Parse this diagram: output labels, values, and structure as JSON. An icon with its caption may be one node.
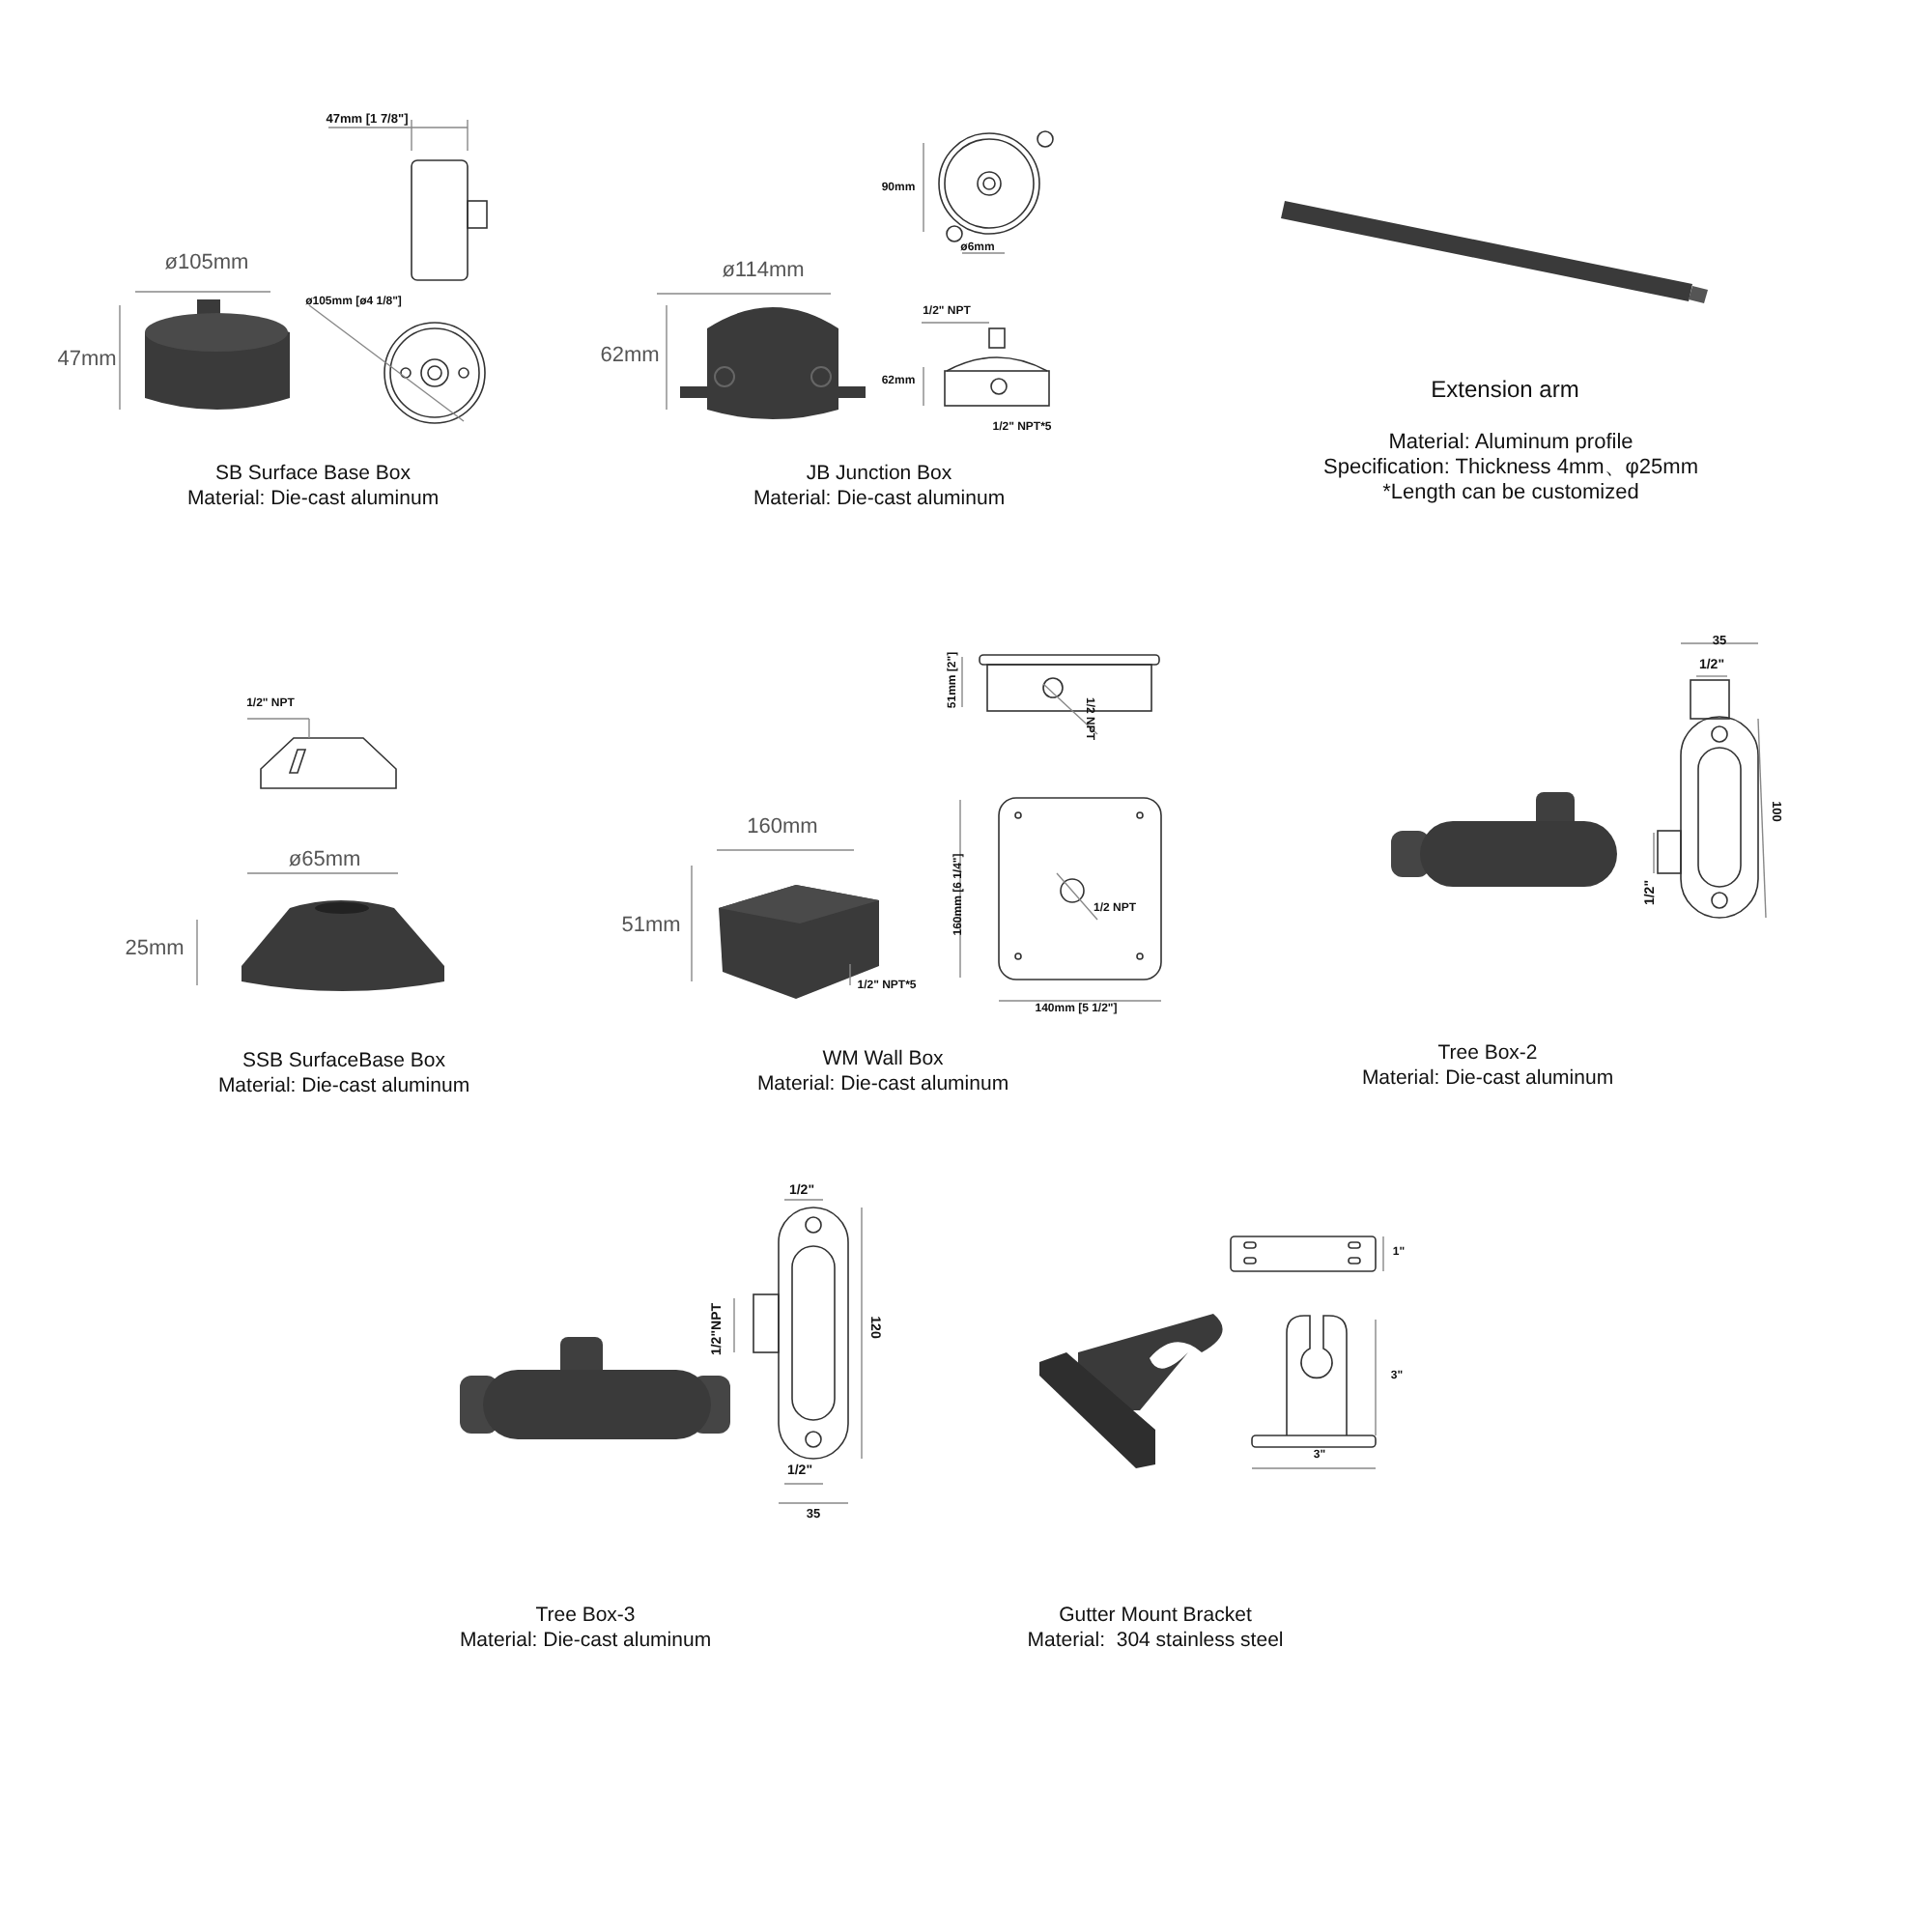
{
  "diagram": {
    "labels": [
      "47mm [1 7/8\"]",
      "ø105mm",
      "47mm",
      "ø105mm [ø4 1/8\"]",
      "SB Surface Base Box",
      "Material: Die-cast aluminum",
      "90mm",
      "ø6mm",
      "ø114mm",
      "62mm",
      "1/2\" NPT",
      "62mm",
      "1/2\" NPT*5",
      "JB Junction Box",
      "Material: Die-cast aluminum",
      "Extension arm",
      "Material: Aluminum profile",
      "Specification: Thickness 4mm、φ25mm",
      "*Length can be customized",
      "1/2\" NPT",
      "ø65mm",
      "25mm",
      "SSB SurfaceBase Box",
      "Material: Die-cast aluminum",
      "51mm [2\"]",
      "1/2 NPT",
      "160mm",
      "51mm",
      "160mm [6 1/4\"]",
      "1/2 NPT",
      "1/2\" NPT*5",
      "140mm [5 1/2\"]",
      "WM Wall Box",
      "Material: Die-cast aluminum",
      "35",
      "1/2\"",
      "100",
      "1/2\"",
      "Tree Box-2",
      "Material: Die-cast aluminum",
      "1/2\"",
      "1/2\"NPT",
      "120",
      "1/2\"",
      "35",
      "Tree Box-3",
      "Material: Die-cast aluminum",
      "1\"",
      "3\"",
      "3\"",
      "Gutter Mount Bracket",
      "Material:  304 stainless steel"
    ]
  }
}
